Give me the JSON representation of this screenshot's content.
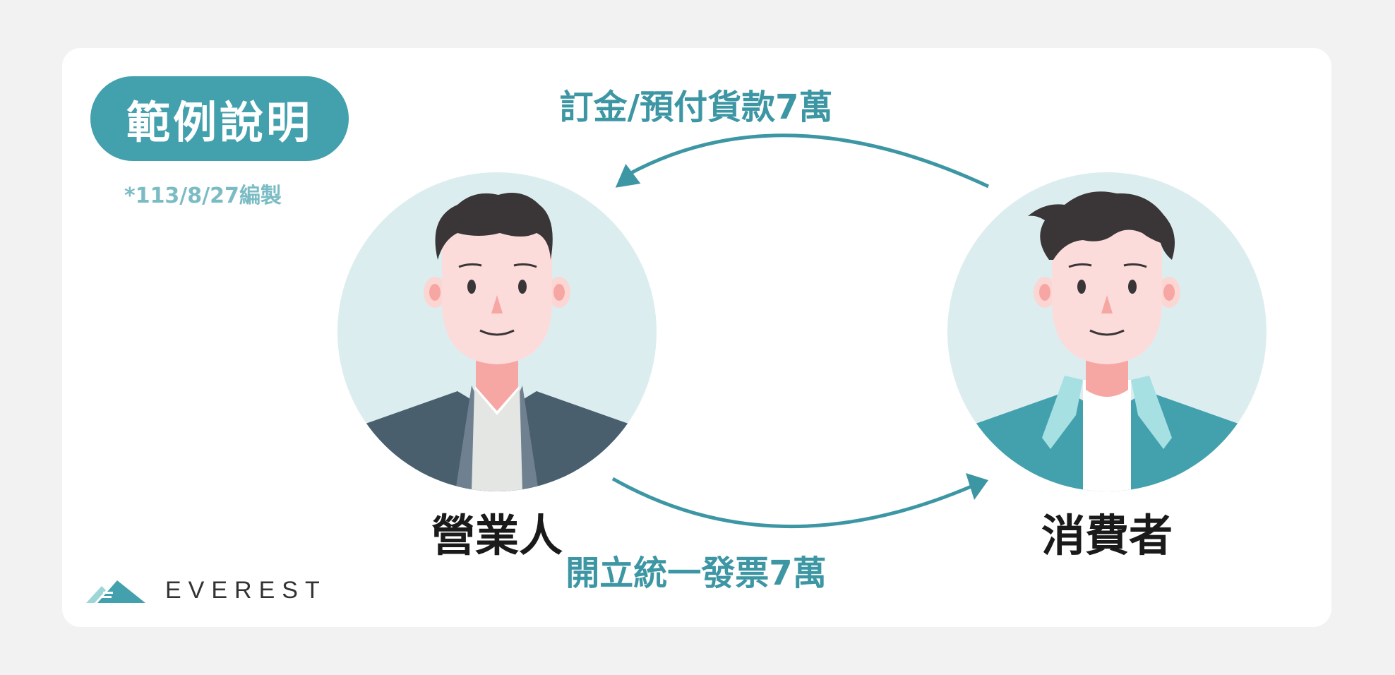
{
  "badge": {
    "title": "範例說明"
  },
  "note": {
    "date": "*113/8/27編製"
  },
  "actors": {
    "business": {
      "label": "營業人",
      "icon": "businessman-avatar-icon"
    },
    "consumer": {
      "label": "消費者",
      "icon": "consumer-avatar-icon"
    }
  },
  "flows": {
    "payment": {
      "label": "訂金/預付貨款7萬",
      "direction": "consumer-to-business"
    },
    "invoice": {
      "label": "開立統一發票7萬",
      "direction": "business-to-consumer"
    }
  },
  "brand": {
    "name": "EVEREST",
    "icon": "mountain-logo-icon"
  },
  "colors": {
    "teal": "#43a0ad",
    "circle_bg": "#dcedf0",
    "arrow": "#3d96a3",
    "background": "#f2f2f2"
  }
}
